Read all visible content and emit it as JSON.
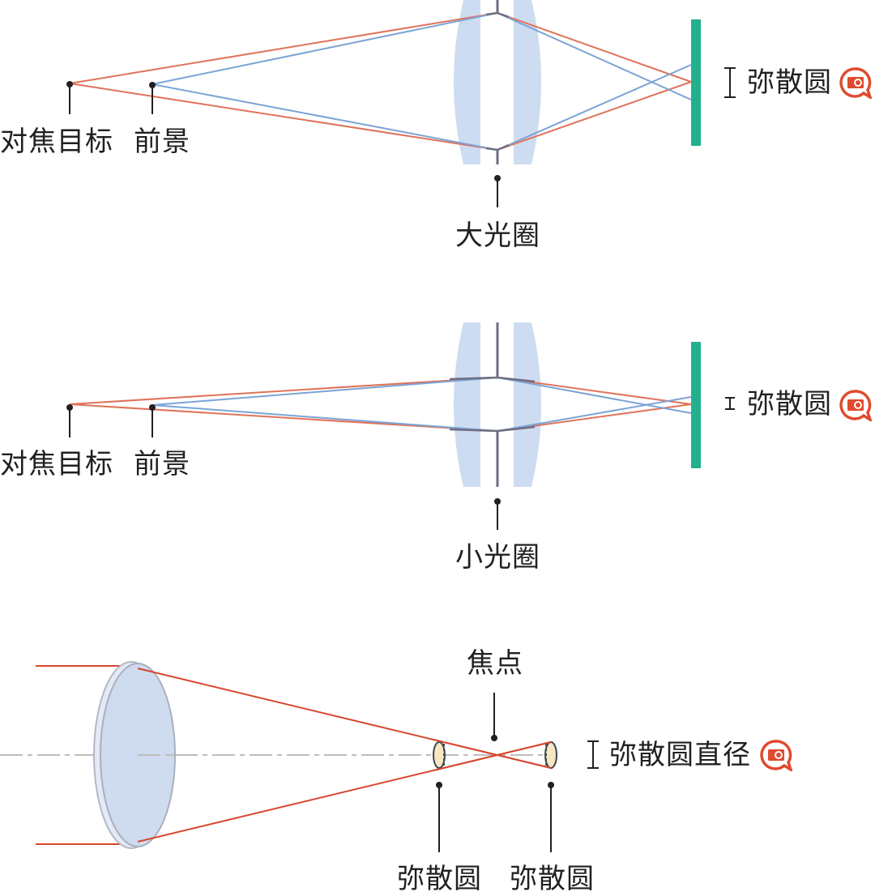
{
  "colors": {
    "focus_ray": "#e0735a",
    "foreground_ray": "#7ba4d6",
    "lens_fill": "#cddcf0",
    "aperture": "#6e6e80",
    "sensor": "#23b08d",
    "bottom_ray": "#d6462e",
    "coc_fill": "#f7e6bf",
    "axis_line": "#bdbdbd",
    "label_text": "#231f20",
    "camera_icon": "#e04a2f"
  },
  "diagram_large_aperture": {
    "focus_target_label": "对焦目标",
    "foreground_label": "前景",
    "aperture_label": "大光圈",
    "coc_label": "弥散圆",
    "icon": "camera-bubble-icon"
  },
  "diagram_small_aperture": {
    "focus_target_label": "对焦目标",
    "foreground_label": "前景",
    "aperture_label": "小光圈",
    "coc_label": "弥散圆",
    "icon": "camera-bubble-icon"
  },
  "diagram_focal_point": {
    "focal_point_label": "焦点",
    "coc_left_label": "弥散圆",
    "coc_right_label": "弥散圆",
    "coc_diameter_label": "弥散圆直径",
    "icon": "camera-bubble-icon"
  }
}
